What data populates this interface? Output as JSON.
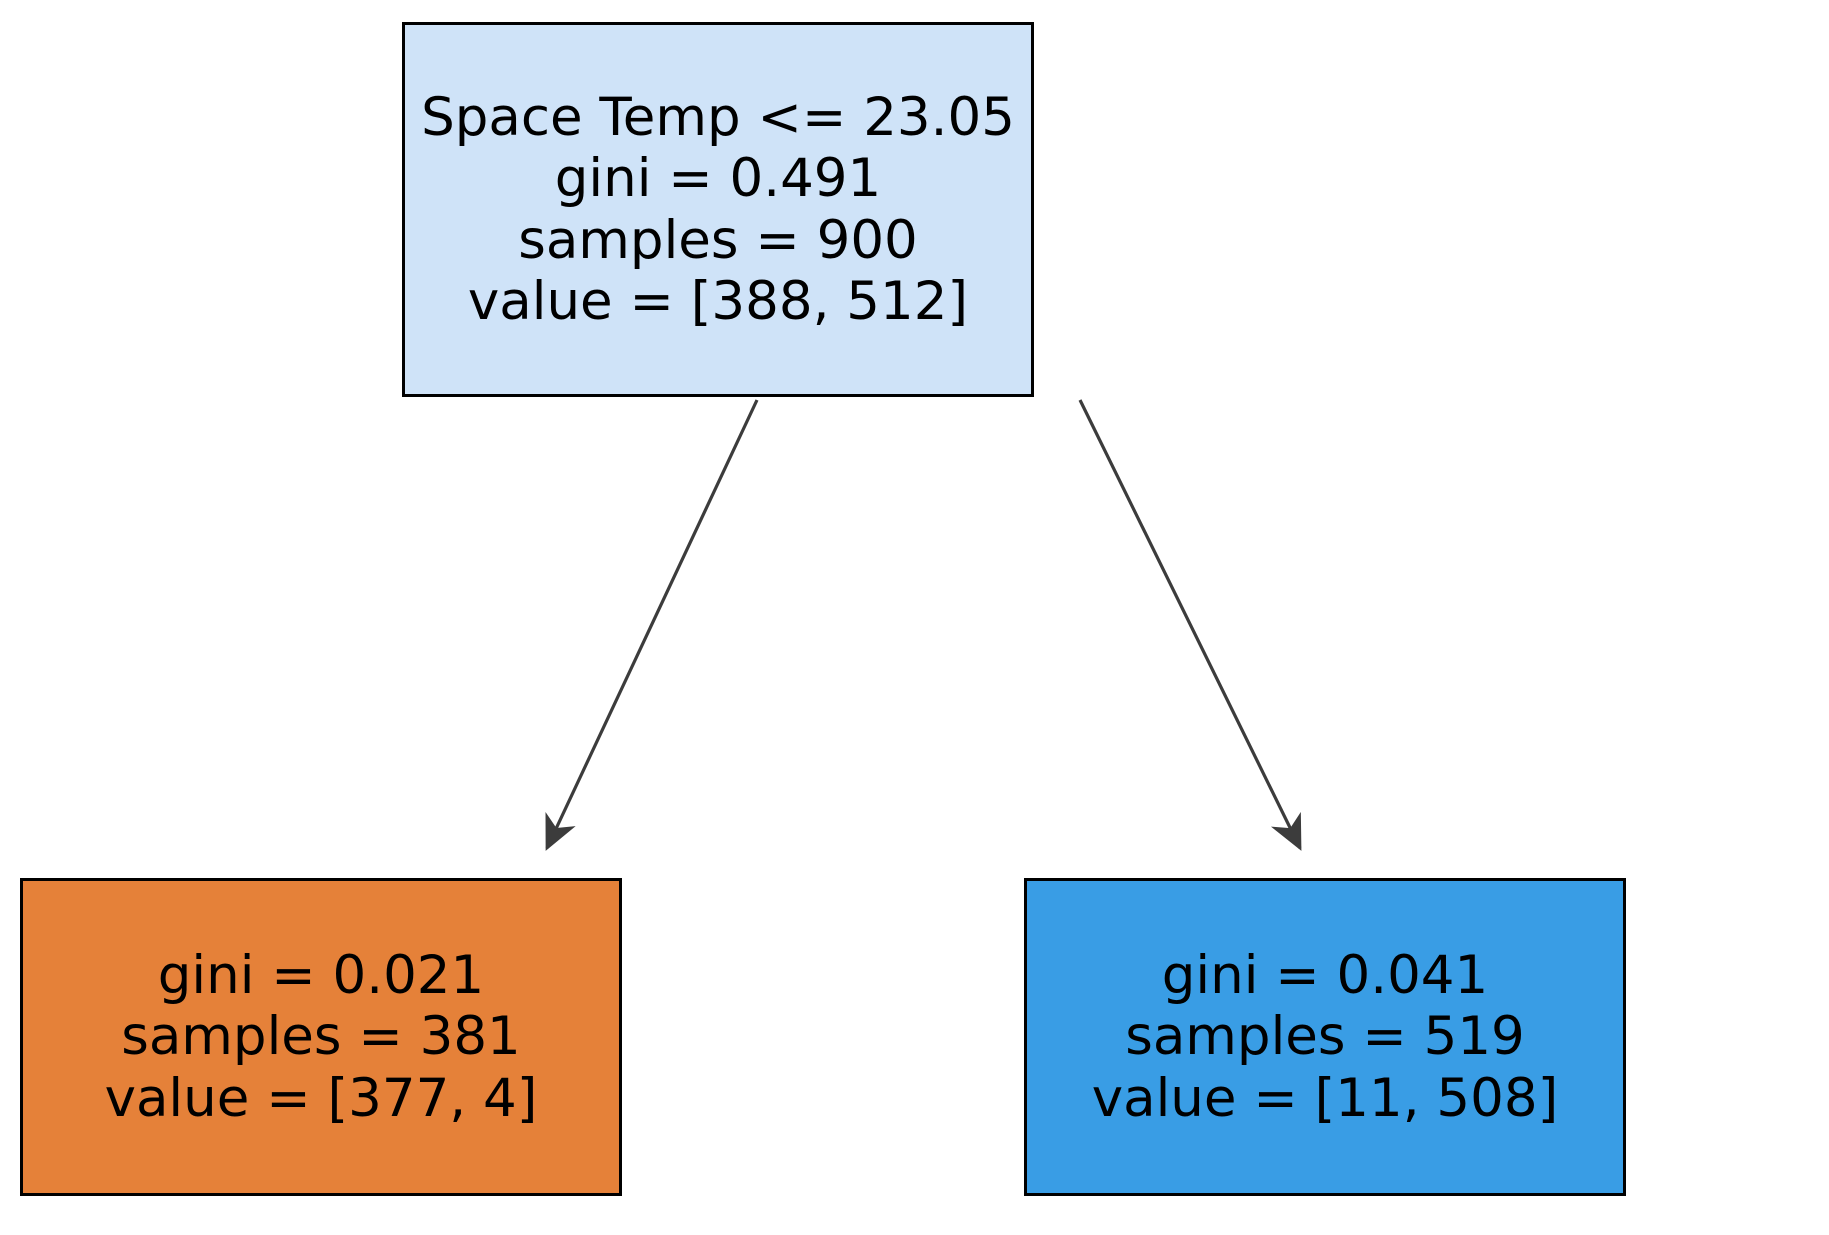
{
  "diagram": {
    "type": "decision-tree",
    "background_color": "#ffffff",
    "edge_color": "#3c3c3c",
    "border_color": "#000000",
    "nodes": [
      {
        "id": "root",
        "role": "root-decision-node",
        "fill_color": "#cfe3f8",
        "condition": "Space Temp <= 23.05",
        "gini": "gini = 0.491",
        "samples": "samples = 900",
        "value": "value = [388, 512]"
      },
      {
        "id": "left",
        "role": "left-leaf-node",
        "fill_color": "#e58139",
        "gini": "gini = 0.021",
        "samples": "samples = 381",
        "value": "value = [377, 4]"
      },
      {
        "id": "right",
        "role": "right-leaf-node",
        "fill_color": "#399de5",
        "gini": "gini = 0.041",
        "samples": "samples = 519",
        "value": "value = [11, 508]"
      }
    ],
    "edges": [
      {
        "id": "root-to-left",
        "from": "root",
        "to": "left"
      },
      {
        "id": "root-to-right",
        "from": "root",
        "to": "right"
      }
    ]
  },
  "chart_data": {
    "type": "tree",
    "title": "",
    "feature_names": [
      "Space Temp"
    ],
    "nodes": [
      {
        "name": "root",
        "split_feature": "Space Temp",
        "operator": "<=",
        "threshold": 23.05,
        "gini": 0.491,
        "samples": 900,
        "value": [
          388,
          512
        ],
        "children": [
          "left",
          "right"
        ]
      },
      {
        "name": "left",
        "gini": 0.021,
        "samples": 381,
        "value": [
          377,
          4
        ],
        "children": []
      },
      {
        "name": "right",
        "gini": 0.041,
        "samples": 519,
        "value": [
          11,
          508
        ],
        "children": []
      }
    ]
  }
}
